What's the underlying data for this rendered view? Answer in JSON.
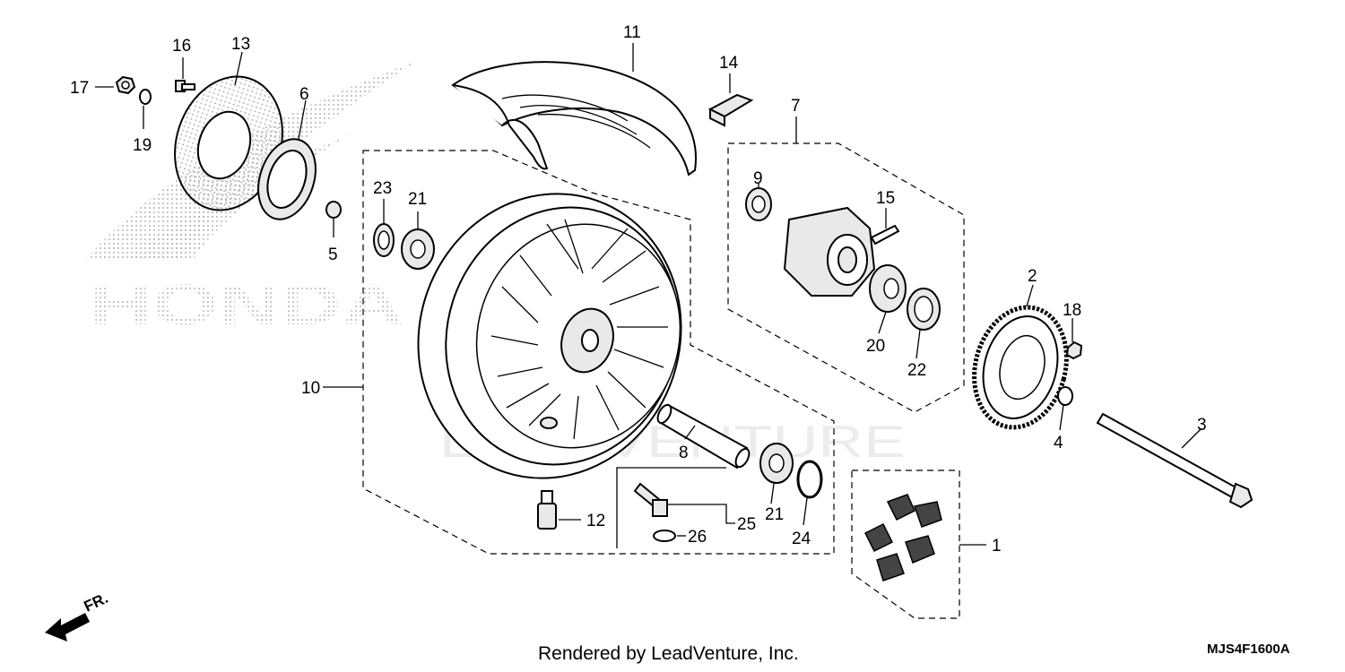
{
  "diagram": {
    "credit": "Rendered by LeadVenture, Inc.",
    "code": "MJS4F1600A",
    "watermark_brand": "HONDA",
    "watermark_site": "LEADVENTURE",
    "direction_label": "FR.",
    "callouts": {
      "c1": "1",
      "c2": "2",
      "c3": "3",
      "c4": "4",
      "c5": "5",
      "c6": "6",
      "c7": "7",
      "c8": "8",
      "c9": "9",
      "c10": "10",
      "c11": "11",
      "c12": "12",
      "c13": "13",
      "c14": "14",
      "c15": "15",
      "c16": "16",
      "c17": "17",
      "c18": "18",
      "c19": "19",
      "c20": "20",
      "c21a": "21",
      "c21b": "21",
      "c22": "22",
      "c23": "23",
      "c24": "24",
      "c25": "25",
      "c26": "26"
    }
  }
}
